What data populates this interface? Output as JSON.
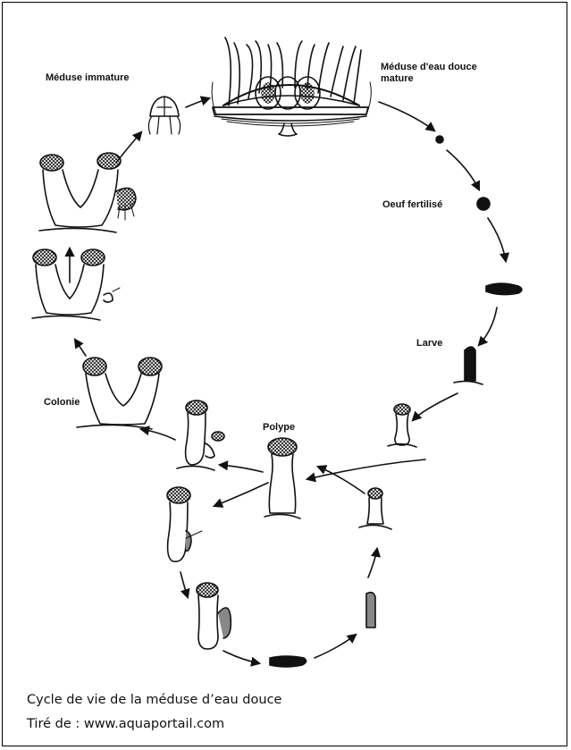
{
  "labels": {
    "immature_medusa": "Méduse immature",
    "mature_medusa_line1": "Méduse d'eau douce",
    "mature_medusa_line2": "mature",
    "fertilized_egg": "Oeuf fertilisé",
    "larva": "Larve",
    "polyp": "Polype",
    "colony": "Colonie"
  },
  "caption": {
    "line1": "Cycle de vie de la méduse d’eau douce",
    "line2": "Tiré de : www.aquaportail.com"
  },
  "colors": {
    "ink": "#111111",
    "frame": "#000000",
    "shade": "#888888"
  }
}
